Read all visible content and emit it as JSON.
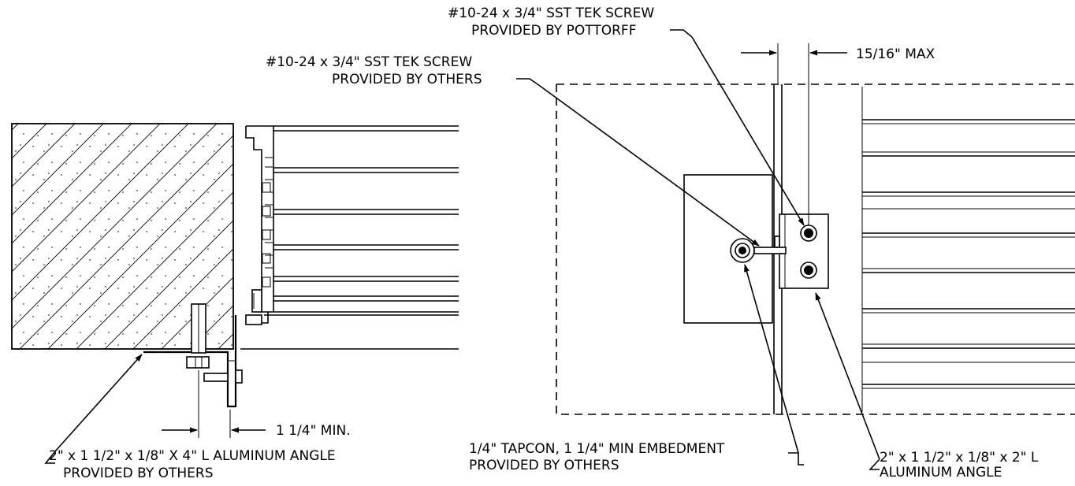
{
  "callouts": {
    "tek_pottorff_line1": "#10-24 x 3/4\" SST TEK SCREW",
    "tek_pottorff_line2": "PROVIDED BY POTTORFF",
    "tek_others_line1": "#10-24 x 3/4\" SST TEK SCREW",
    "tek_others_line2": "PROVIDED BY OTHERS",
    "gap_max": "15/16\" MAX",
    "min_dim": "1 1/4\" MIN.",
    "angle_4in_line1": "2\" x 1 1/2\" x 1/8\" X 4\" L ALUMINUM ANGLE",
    "angle_4in_line2": "PROVIDED BY OTHERS",
    "tapcon_line1": "1/4\" TAPCON, 1 1/4\" MIN EMBEDMENT",
    "tapcon_line2": "PROVIDED BY OTHERS",
    "angle_2in_line1": "2\" x 1 1/2\" x 1/8\" x 2\" L",
    "angle_2in_line2": "ALUMINUM ANGLE"
  },
  "colors": {
    "ink": "#000000",
    "paper": "#ffffff"
  }
}
